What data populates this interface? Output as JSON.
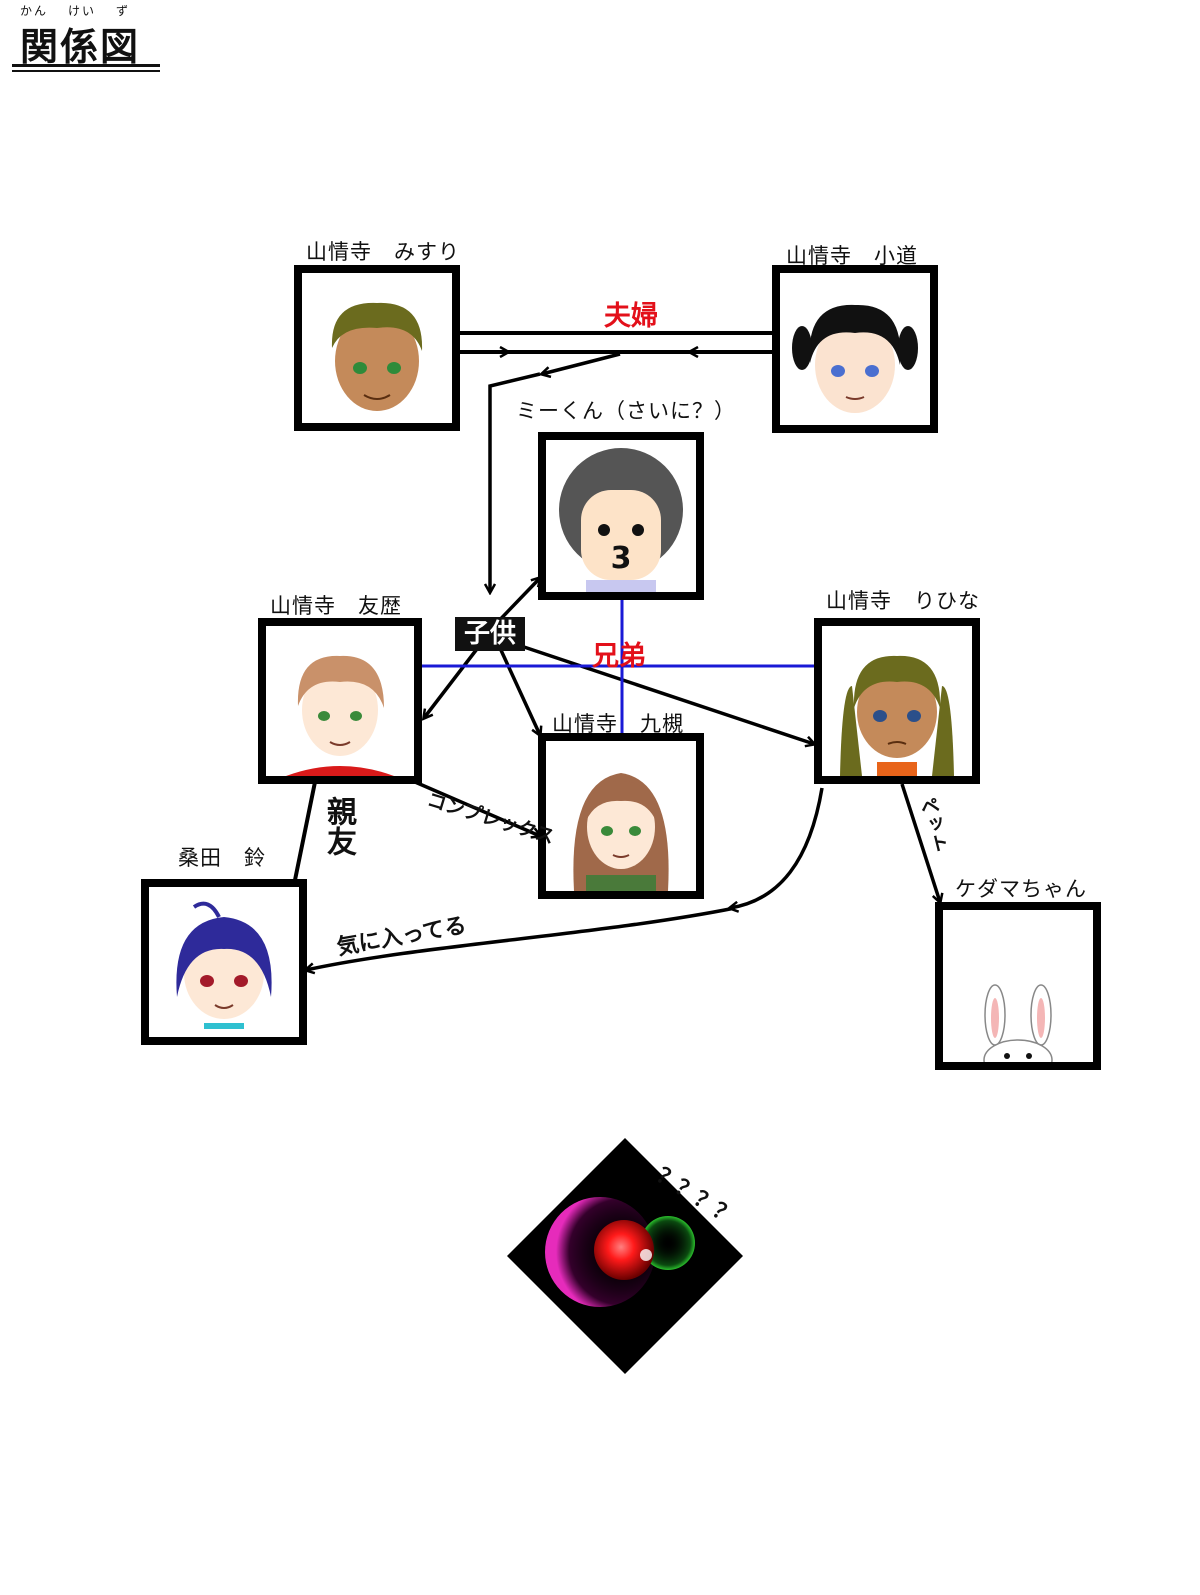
{
  "title": {
    "text": "関係図",
    "ruby": [
      "かん",
      "けい",
      "ず"
    ]
  },
  "characters": {
    "misuri": "山情寺　みすり",
    "komichi": "山情寺　小道",
    "mii": "ミーくん（さいに？）",
    "tomoreki": "山情寺　友歴",
    "rihina": "山情寺　りひな",
    "kumi": "山情寺　九槻",
    "suzu": "桑田　鈴",
    "kedama": "ケダマちゃん"
  },
  "relations": {
    "couple": "夫婦",
    "children": "子供",
    "siblings": "兄弟",
    "complex": "コンプレックス",
    "best_friend": "親友",
    "likes": "気に入ってる",
    "pet": "ペット",
    "unknown": "？？？？"
  },
  "colors": {
    "relation_red": "#e3101a",
    "sibling_line": "#1a1ad6"
  },
  "icons": {
    "mystery": "glowing-orbs-diamond-icon"
  }
}
